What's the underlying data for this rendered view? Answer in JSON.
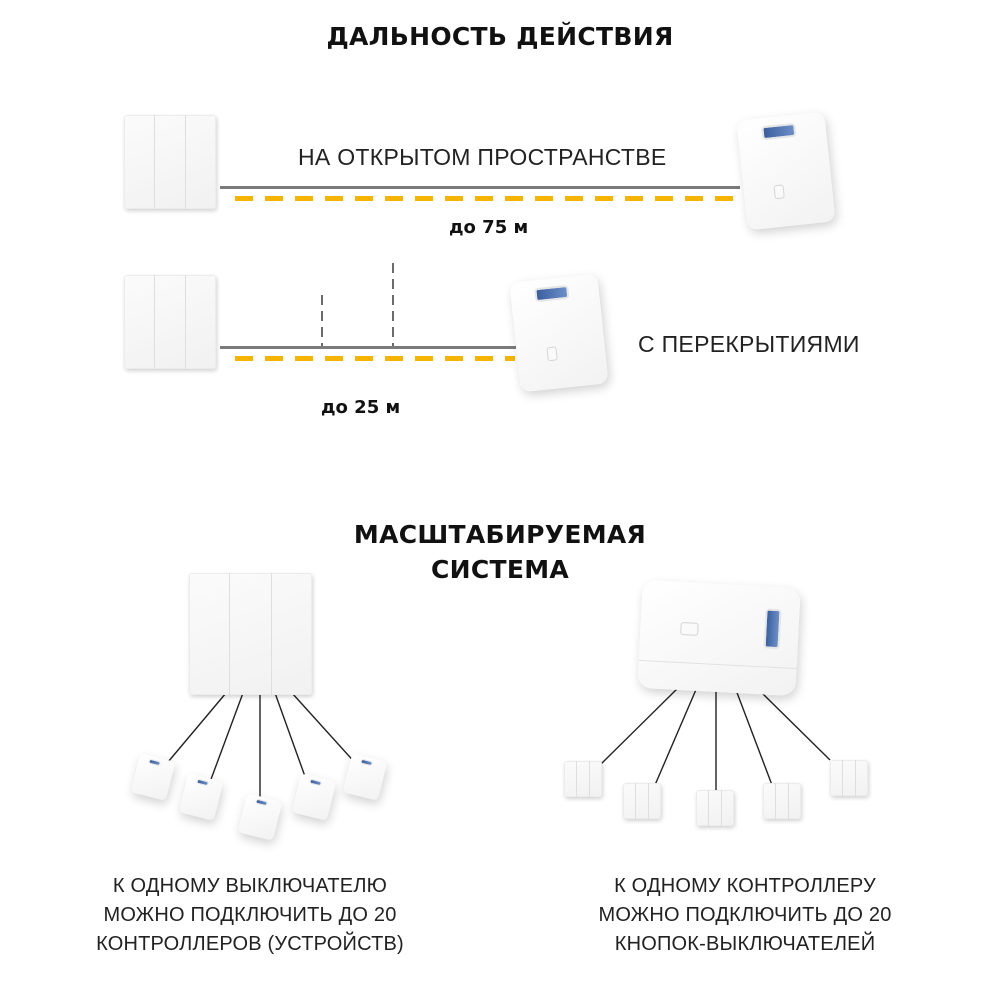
{
  "range_section": {
    "title": "ДАЛЬНОСТЬ ДЕЙСТВИЯ",
    "open_space": {
      "label": "НА ОТКРЫТОМ ПРОСТРАНСТВЕ",
      "distance": "до 75 м"
    },
    "with_obstacles": {
      "label": "С ПЕРЕКРЫТИЯМИ",
      "distance": "до 25 м"
    }
  },
  "scalable_section": {
    "title_line1": "МАСШТАБИРУЕМАЯ",
    "title_line2": "СИСТЕМА",
    "left_caption": {
      "line1": "К ОДНОМУ ВЫКЛЮЧАТЕЛЮ",
      "line2": "МОЖНО ПОДКЛЮЧИТЬ ДО 20",
      "line3": "КОНТРОЛЛЕРОВ (УСТРОЙСТВ)"
    },
    "right_caption": {
      "line1": "К ОДНОМУ КОНТРОЛЛЕРУ",
      "line2": "МОЖНО ПОДКЛЮЧИТЬ ДО 20",
      "line3": "КНОПОК-ВЫКЛЮЧАТЕЛЕЙ"
    }
  },
  "colors": {
    "signal_dash": "#f4b400",
    "baseline": "#7a7a7a",
    "obstacle_dash": "#6b6b6b",
    "connector_port": "#3a5f9e"
  }
}
